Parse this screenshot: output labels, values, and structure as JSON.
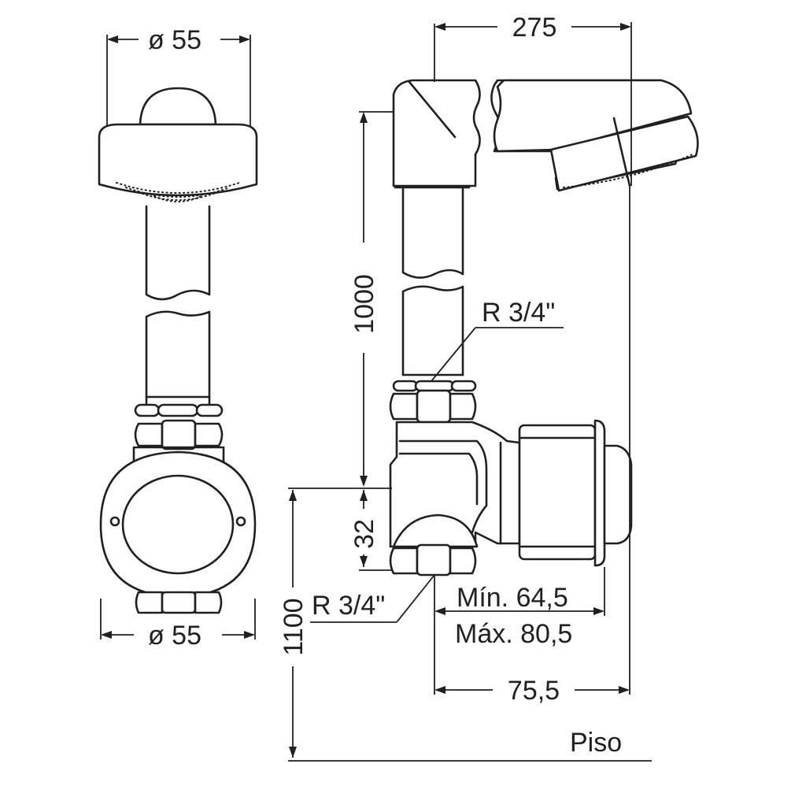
{
  "labels": {
    "top_diameter": "ø 55",
    "bottom_diameter": "ø 55",
    "width_275": "275",
    "height_1000": "1000",
    "height_32": "32",
    "height_1100": "1100",
    "thread_upper": "R 3/4\"",
    "thread_lower": "R 3/4\"",
    "depth_min": "Mín. 64,5",
    "depth_max": "Máx. 80,5",
    "depth_75_5": "75,5",
    "floor": "Piso"
  },
  "colors": {
    "line": "#231f20",
    "background": "#ffffff"
  }
}
